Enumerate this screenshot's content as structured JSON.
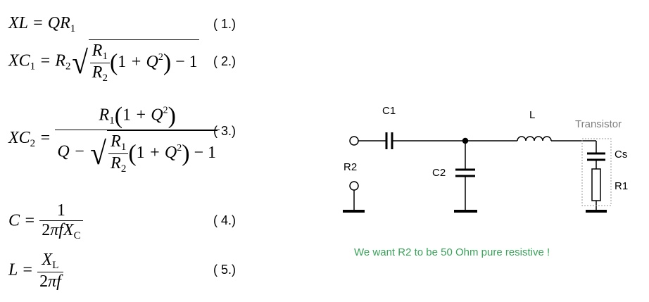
{
  "equations": [
    {
      "number": "( 1.)"
    },
    {
      "number": "( 2.)"
    },
    {
      "number": "( 3.)"
    },
    {
      "number": "( 4.)"
    },
    {
      "number": "( 5.)"
    }
  ],
  "circuit": {
    "labels": {
      "c1": "C1",
      "c2": "C2",
      "l": "L",
      "r2": "R2",
      "cs": "Cs",
      "r1": "R1",
      "transistor": "Transistor"
    },
    "note": "We want R2 to be 50 Ohm pure resistive !"
  },
  "colors": {
    "wire": "#000000",
    "transistor_box": "#9a9a9a",
    "note_text": "#3aa35a",
    "transistor_label": "#7f7f7f"
  }
}
